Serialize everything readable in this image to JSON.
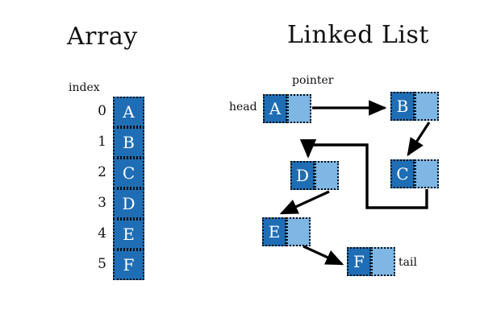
{
  "titles": {
    "array": "Array",
    "linked_list": "Linked List"
  },
  "labels": {
    "index": "index",
    "pointer": "pointer",
    "head": "head",
    "tail": "tail"
  },
  "colors": {
    "data_cell": "#1f6eb5",
    "pointer_cell": "#7eb6e4",
    "border": "#0d0d0d",
    "text_on_cell": "#ffffff",
    "label_text": "#111111",
    "background": "#ffffff"
  },
  "array": {
    "indices": [
      "0",
      "1",
      "2",
      "3",
      "4",
      "5"
    ],
    "values": [
      "A",
      "B",
      "C",
      "D",
      "E",
      "F"
    ]
  },
  "linked_list": {
    "nodes": [
      {
        "value": "A",
        "label": "head"
      },
      {
        "value": "B",
        "label": ""
      },
      {
        "value": "C",
        "label": ""
      },
      {
        "value": "D",
        "label": ""
      },
      {
        "value": "E",
        "label": ""
      },
      {
        "value": "F",
        "label": "tail"
      }
    ],
    "links": [
      "A->B",
      "B->C",
      "C->D",
      "D->E",
      "E->F"
    ]
  }
}
